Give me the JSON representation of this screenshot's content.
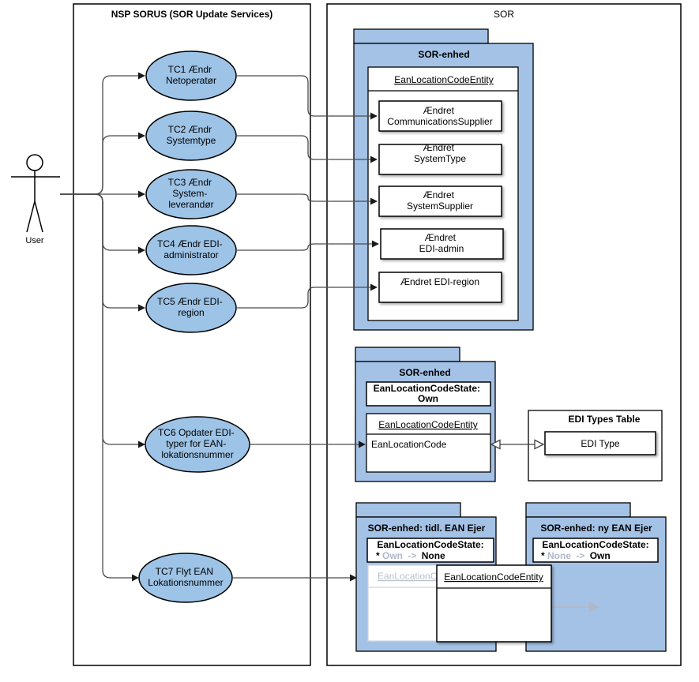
{
  "colors": {
    "ellipse_fill": "#9dc3e6",
    "package_fill": "#a4c2e6",
    "outline": "#000000",
    "connector": "#4a4a4a",
    "faded": "#c8d0dc",
    "faded_text": "#b0b8c8"
  },
  "lanes": {
    "left_title": "NSP SORUS (SOR Update Services)",
    "right_title": "SOR"
  },
  "actor": {
    "label": "User",
    "icon": "stick-figure-icon"
  },
  "use_cases": [
    {
      "lines": [
        "TC1 Ændr",
        "Netoperatør"
      ]
    },
    {
      "lines": [
        "TC2 Ændr",
        "Systemtype"
      ]
    },
    {
      "lines": [
        "TC3 Ændr",
        "System-",
        "leverandør"
      ]
    },
    {
      "lines": [
        "TC4 Ændr EDI-",
        "administrator"
      ]
    },
    {
      "lines": [
        "TC5 Ændr EDI-",
        "region"
      ]
    },
    {
      "lines": [
        "TC6 Opdater EDI-",
        "typer for EAN-",
        "lokationsnummer"
      ]
    },
    {
      "lines": [
        "TC7 Flyt EAN",
        "Lokationsnummer"
      ]
    }
  ],
  "package1": {
    "title": "SOR-enhed",
    "entity": "EanLocationCodeEntity",
    "items": [
      {
        "lines": [
          "Ændret",
          "CommunicationsSupplier"
        ]
      },
      {
        "lines": [
          "Ændret",
          "SystemType"
        ]
      },
      {
        "lines": [
          "Ændret",
          "SystemSupplier"
        ]
      },
      {
        "lines": [
          "Ændret",
          "EDI-admin"
        ]
      },
      {
        "lines": [
          "Ændret EDI-region"
        ]
      }
    ]
  },
  "package2": {
    "title": "SOR-enhed",
    "state_label": "EanLocationCodeState:",
    "state_value": "Own",
    "entity": "EanLocationCodeEntity",
    "field": "EanLocationCode"
  },
  "edi_table": {
    "title": "EDI Types Table",
    "item": "EDI Type"
  },
  "package3": {
    "title": "SOR-enhed: tidl. EAN Ejer",
    "state_label": "EanLocationCodeState:",
    "state_prefix": "*",
    "state_from": "Own",
    "state_arrow": "->",
    "state_to": "None",
    "ghost_entity": "EanLocationC"
  },
  "package4": {
    "title": "SOR-enhed: ny EAN Ejer",
    "state_label": "EanLocationCodeState:",
    "state_prefix": "*",
    "state_from": "None",
    "state_arrow": "->",
    "state_to": "Own"
  },
  "moving_entity": {
    "title": "EanLocationCodeEntity"
  }
}
